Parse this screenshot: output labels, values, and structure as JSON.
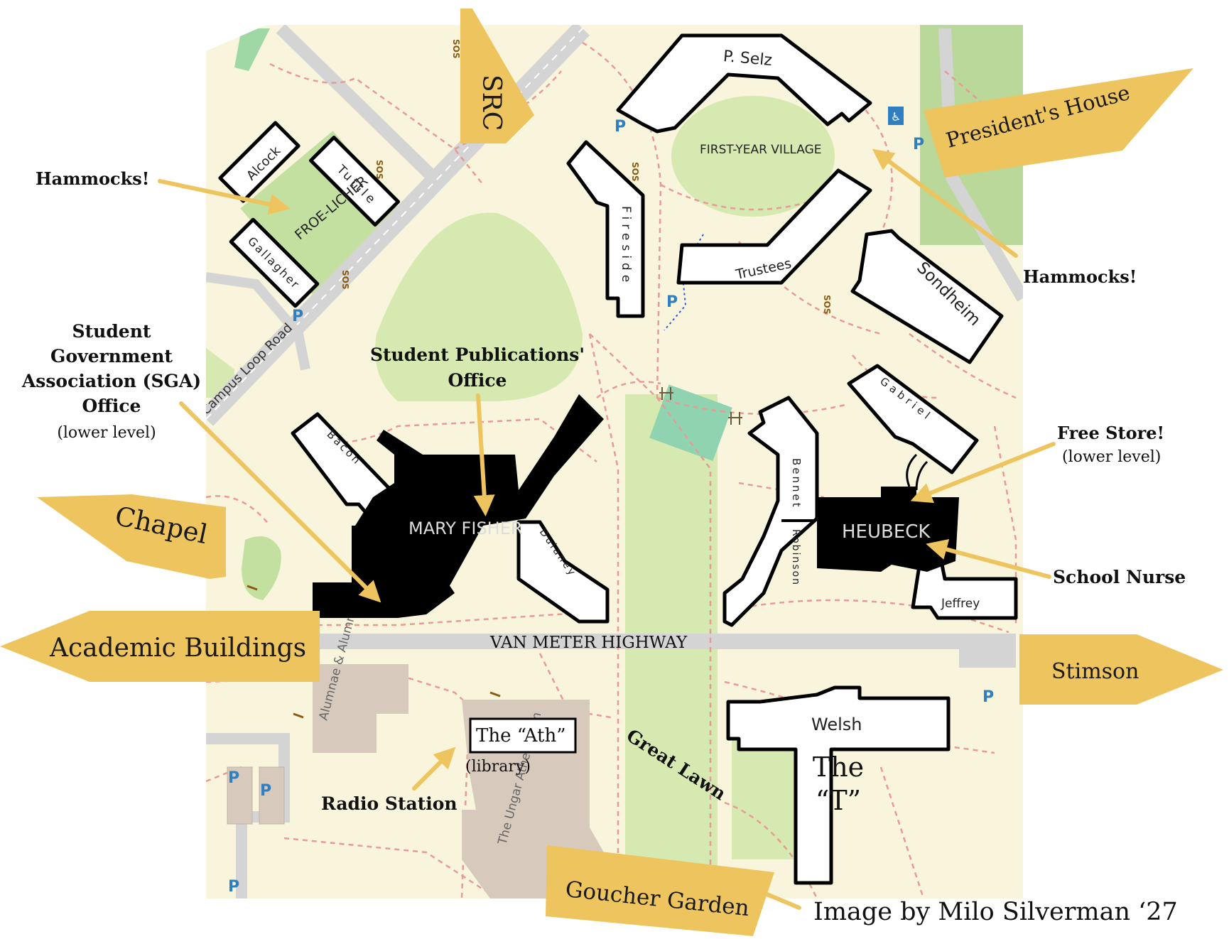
{
  "map": {
    "roads": {
      "campus_loop": "Campus Loop Road",
      "van_meter": "VAN METER HIGHWAY"
    },
    "buildings": {
      "alcock": "Alcock",
      "tuttle": "Tuttle",
      "gallagher": "Gallagher",
      "froelicher": "FROE-LICHER",
      "p_selz": "P. Selz",
      "first_year_village": "FIRST-YEAR VILLAGE",
      "fireside": "Fireside",
      "trustees": "Trustees",
      "sondheim": "Sondheim",
      "bacon": "Bacon",
      "mary_fisher": "MARY FISHER",
      "dulaney": "Dulaney",
      "gabriel": "Gabriel",
      "bennet": "Bennet",
      "robinson": "Robinson",
      "heubeck": "HEUBECK",
      "jeffrey": "Jeffrey",
      "welsh": "Welsh",
      "alumnae_house": "Alumnae & Alumni House",
      "ungar_athenaeum": "The Ungar Athenaeum"
    },
    "labels": {
      "hammocks_left": "Hammocks!",
      "hammocks_right": "Hammocks!",
      "sga_title": "Student Government Association (SGA) Office",
      "sga_sub": "(lower level)",
      "student_pubs": "Student Publications' Office",
      "free_store": "Free Store!",
      "free_store_sub": "(lower level)",
      "school_nurse": "School Nurse",
      "ath": "The “Ath”",
      "ath_sub": "(library)",
      "radio_station": "Radio Station",
      "great_lawn": "Great Lawn",
      "the_t_line1": "The",
      "the_t_line2": "“T”",
      "credit": "Image by Milo Silverman ‘27"
    },
    "banners": {
      "src": "SRC",
      "presidents_house": "President's House",
      "chapel": "Chapel",
      "academic_buildings": "Academic Buildings",
      "stimson": "Stimson",
      "goucher_garden": "Goucher Garden"
    },
    "icons": [
      "parking-icon",
      "sos-icon",
      "picnic-table-icon",
      "bench-icon"
    ],
    "colors": {
      "map_bg": "#f8f5dc",
      "lawn": "#d6e9b0",
      "path": "#e89a96",
      "road": "#d9d9d9",
      "parking": "#2f7fc1",
      "banner": "#eec45e",
      "arrow": "#eec45e",
      "building": "#000000",
      "athenaeum": "#d7c9bc",
      "teal_pool": "#8fd3b0"
    }
  }
}
